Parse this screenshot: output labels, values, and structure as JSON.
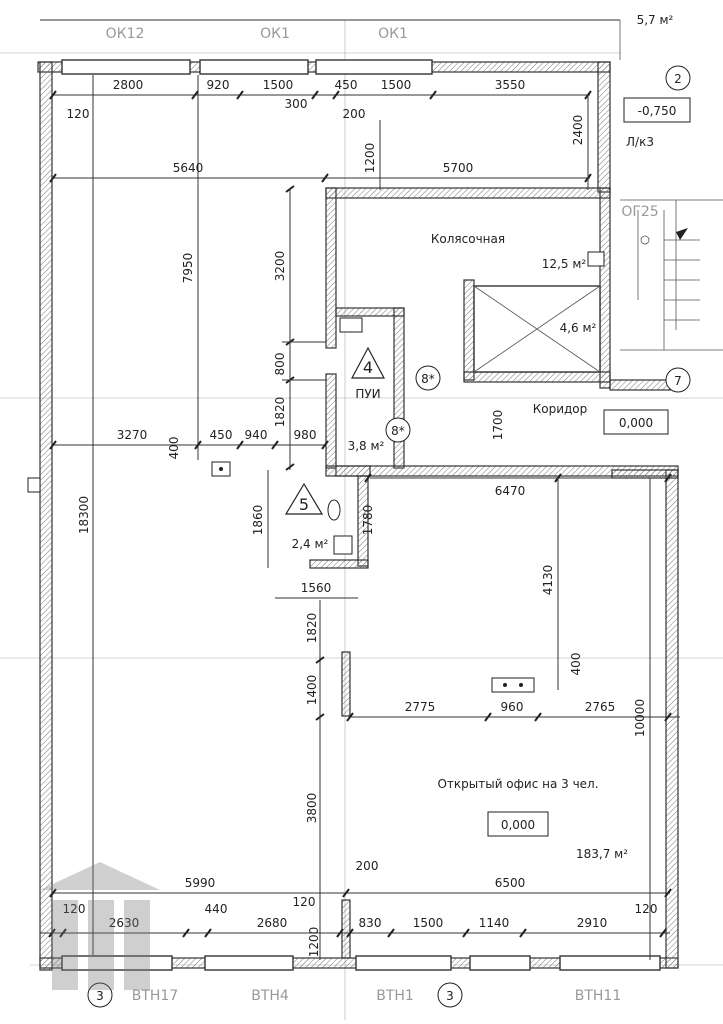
{
  "rooms": {
    "stroller": {
      "name": "Колясочная",
      "area": "12,5 м²"
    },
    "shaft": {
      "area": "4,6 м²"
    },
    "puiroom": {
      "num": "4",
      "name": "ПУИ",
      "area": "3,8 м²"
    },
    "wc": {
      "num": "5",
      "area": "2,4 м²"
    },
    "corridor": {
      "name": "Коридор",
      "level": "0,000"
    },
    "office": {
      "name": "Открытый офис на 3 чел.",
      "level": "0,000",
      "area": "183,7 м²"
    },
    "top_right": {
      "area": "5,7 м²",
      "level": "-0,750",
      "stair": "Л/к3",
      "door": "ОГ25"
    }
  },
  "axes": {
    "top_right": "2",
    "mid_right": "7",
    "bottom_left": "3",
    "bottom_mid": "3"
  },
  "windows_top": [
    "ОК12",
    "ОК1",
    "ОК1"
  ],
  "windows_bottom": [
    "ВТН17",
    "ВТН4",
    "ВТН1",
    "ВТН11"
  ],
  "doors": [
    "8*",
    "8*"
  ],
  "dims_top": [
    "2800",
    "920",
    "1500",
    "450",
    "1500",
    "3550"
  ],
  "dims_misc": {
    "d120a": "120",
    "d300": "300",
    "d200a": "200",
    "d2400": "2400",
    "d1200a": "1200",
    "d5640": "5640",
    "d5700": "5700",
    "d7950": "7950",
    "d3200": "3200",
    "d800": "800",
    "d1820a": "1820",
    "d1700": "1700",
    "d3270": "3270",
    "d400a": "400",
    "d450": "450",
    "d940": "940",
    "d980": "980",
    "d18300": "18300",
    "d6470": "6470",
    "d1860": "1860",
    "d1780": "1780",
    "d1560": "1560",
    "d4130": "4130",
    "d1820b": "1820",
    "d400b": "400",
    "d1400": "1400",
    "d2775": "2775",
    "d960": "960",
    "d2765": "2765",
    "d10000": "10000",
    "d3800": "3800",
    "d200b": "200",
    "d5990": "5990",
    "d6500": "6500",
    "d120b": "120",
    "d2630": "2630",
    "d440": "440",
    "d2680": "2680",
    "d120c": "120",
    "d1200b": "1200",
    "d830": "830",
    "d1500b": "1500",
    "d1140": "1140",
    "d2910": "2910",
    "d120d": "120"
  }
}
